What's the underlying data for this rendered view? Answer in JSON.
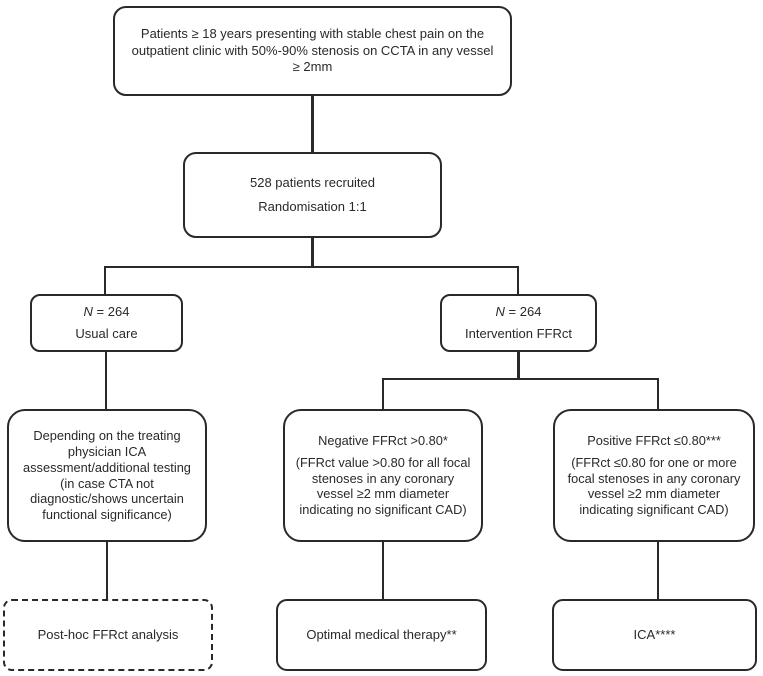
{
  "diagram": {
    "title_box": {
      "text": "Patients ≥ 18 years presenting with stable chest pain on the outpatient clinic with 50%-90% stenosis on CCTA in any vessel ≥ 2mm"
    },
    "recruit_box": {
      "line1": "528 patients recruited",
      "line2": "Randomisation 1:1"
    },
    "usual_care_box": {
      "n_italic": "N",
      "n_rest": " = 264",
      "label": "Usual care"
    },
    "intervention_box": {
      "n_italic": "N",
      "n_rest": " = 264",
      "label": "Intervention FFRct"
    },
    "depending_box": {
      "text": "Depending on the treating physician ICA assessment/additional testing (in case CTA not diagnostic/shows uncertain functional significance)"
    },
    "negative_box": {
      "heading": "Negative FFRct >0.80*",
      "body": "(FFRct value >0.80 for all focal stenoses in any coronary vessel ≥2 mm diameter indicating no significant CAD)"
    },
    "positive_box": {
      "heading": "Positive FFRct ≤0.80***",
      "body": "(FFRct ≤0.80 for one or more focal stenoses in any coronary vessel ≥2 mm diameter indicating significant CAD)"
    },
    "posthoc_box": {
      "text": "Post-hoc FFRct analysis"
    },
    "omt_box": {
      "text": "Optimal medical therapy**"
    },
    "ica_box": {
      "text": "ICA****"
    }
  },
  "colors": {
    "line": "#2b2829",
    "text": "#2b2829",
    "background": "#ffffff"
  }
}
